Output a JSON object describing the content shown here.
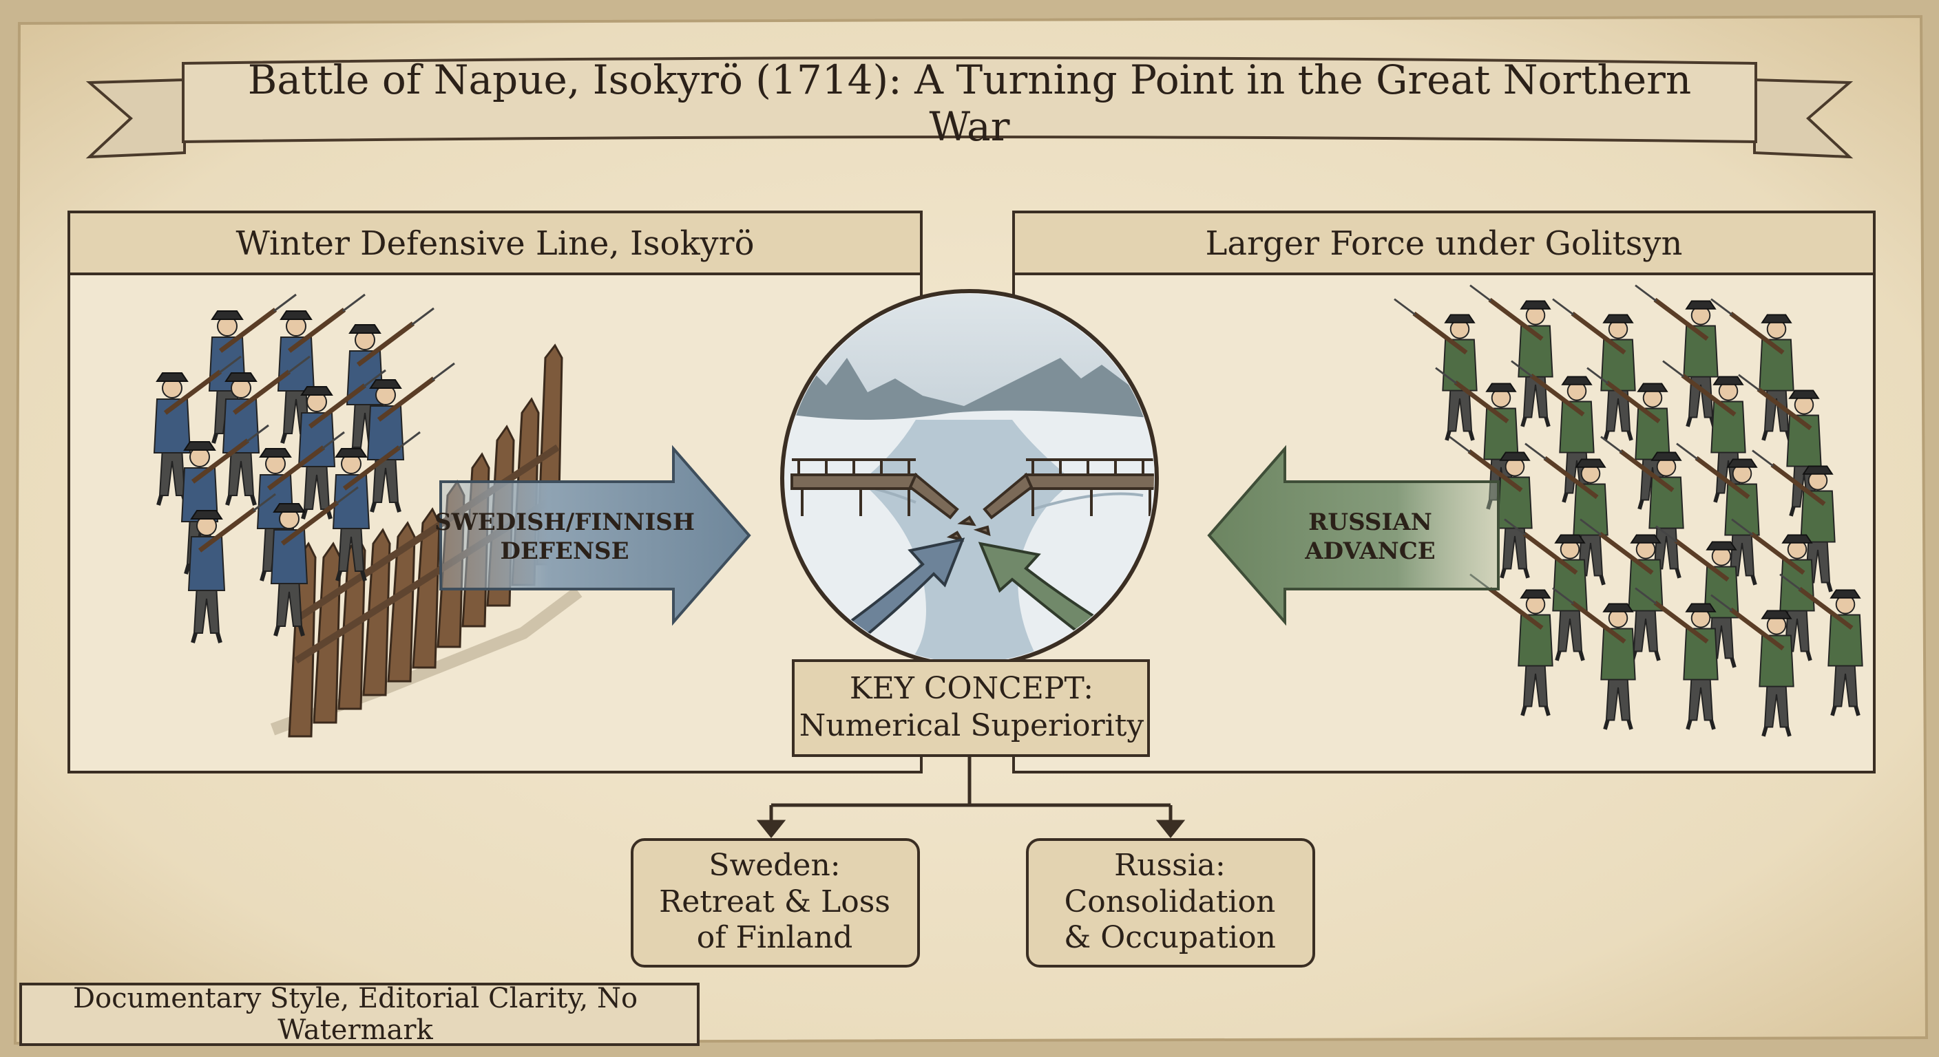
{
  "title": "Battle of Napue, Isokyrö (1714): A Turning Point in the Great Northern War",
  "left_panel": {
    "heading": "Winter Defensive Line, Isokyrö",
    "arrow_label_1": "SWEDISH/FINNISH",
    "arrow_label_2": "DEFENSE",
    "arrow_color": "#7f95a7",
    "troop_color": "#3e5a7e"
  },
  "right_panel": {
    "heading": "Larger Force under Golitsyn",
    "arrow_label_1": "RUSSIAN",
    "arrow_label_2": "ADVANCE",
    "arrow_color": "#7b9371",
    "troop_color": "#4f6d45"
  },
  "key_concept": {
    "line1": "KEY CONCEPT:",
    "line2": "Numerical Superiority"
  },
  "outcomes": {
    "sweden": {
      "line1": "Sweden:",
      "line2": "Retreat & Loss",
      "line3": "of Finland"
    },
    "russia": {
      "line1": "Russia:",
      "line2": "Consolidation",
      "line3": "& Occupation"
    }
  },
  "footer": "Documentary Style, Editorial Clarity, No Watermark",
  "colors": {
    "parchment": "#efe4cc",
    "box": "#e3d3b1",
    "ink": "#2b2119"
  }
}
